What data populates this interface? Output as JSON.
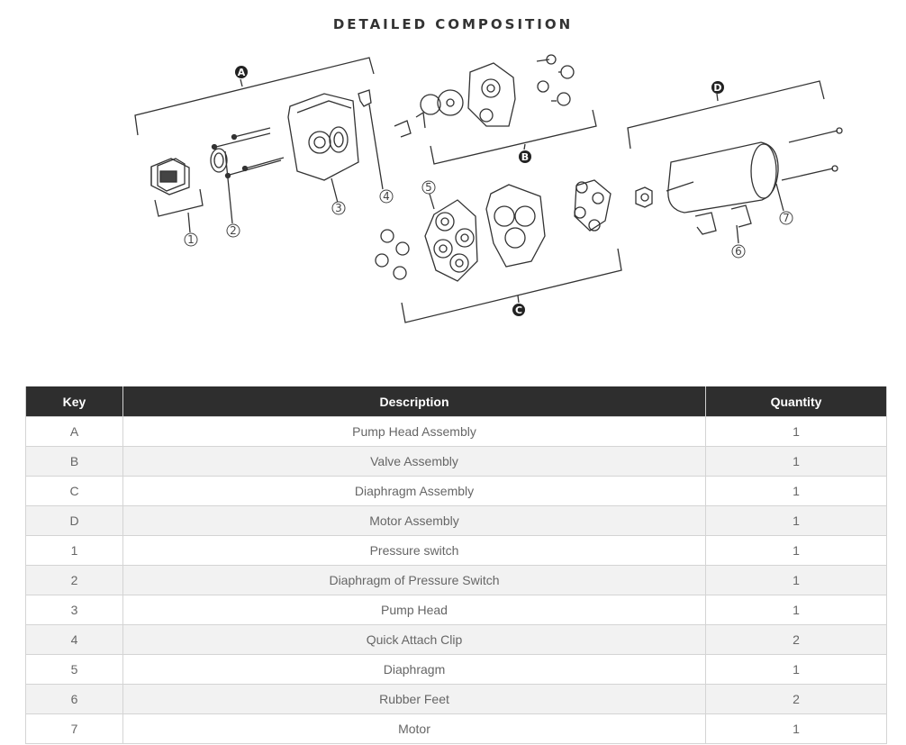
{
  "title": "DETAILED COMPOSITION",
  "callouts": {
    "groups": [
      "A",
      "B",
      "C",
      "D"
    ],
    "numbers": [
      "1",
      "2",
      "3",
      "4",
      "5",
      "6",
      "7"
    ]
  },
  "table": {
    "headers": [
      "Key",
      "Description",
      "Quantity"
    ],
    "rows": [
      [
        "A",
        "Pump Head Assembly",
        "1"
      ],
      [
        "B",
        "Valve Assembly",
        "1"
      ],
      [
        "C",
        "Diaphragm Assembly",
        "1"
      ],
      [
        "D",
        "Motor Assembly",
        "1"
      ],
      [
        "1",
        "Pressure switch",
        "1"
      ],
      [
        "2",
        "Diaphragm of Pressure Switch",
        "1"
      ],
      [
        "3",
        "Pump Head",
        "1"
      ],
      [
        "4",
        "Quick Attach Clip",
        "2"
      ],
      [
        "5",
        "Diaphragm",
        "1"
      ],
      [
        "6",
        "Rubber Feet",
        "2"
      ],
      [
        "7",
        "Motor",
        "1"
      ]
    ]
  }
}
